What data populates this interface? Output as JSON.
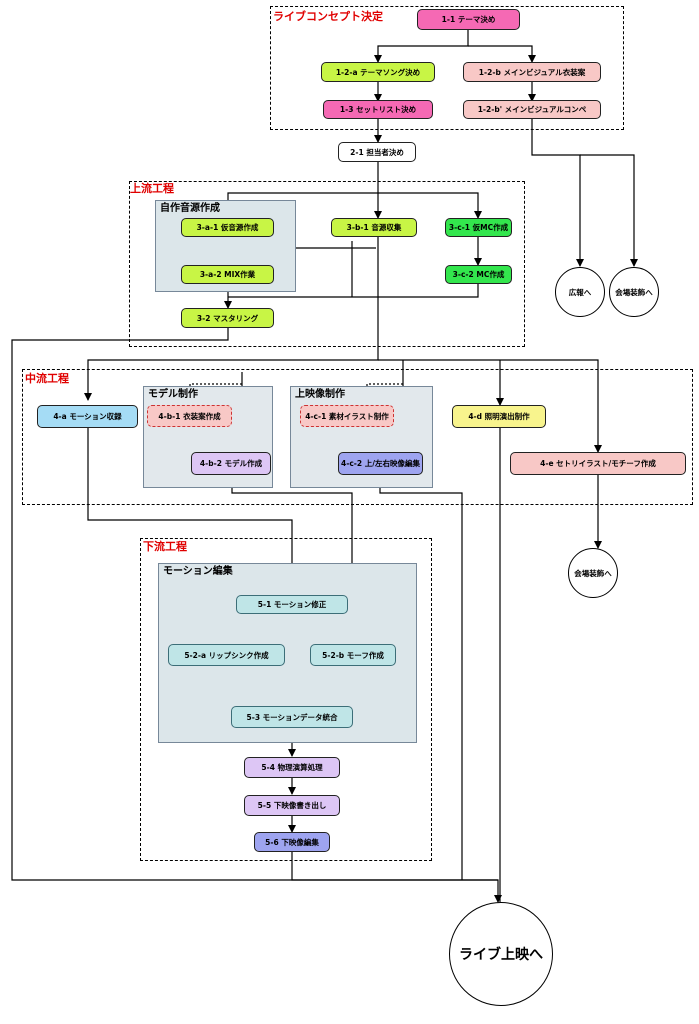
{
  "colors": {
    "group_title": "#e00000",
    "pink": "#f569b4",
    "lime": "#c8f545",
    "salmon": "#f8c8c6",
    "green": "#33e64d",
    "blue": "#a5dcf5",
    "yellow": "#f8f48d",
    "teal": "#bfe5e7",
    "lavender": "#ddc6f5",
    "indigo": "#9ea4f0"
  },
  "groups": {
    "concept": "ライブコンセプト決定",
    "upstream": "上流工程",
    "midstream": "中流工程",
    "downstream": "下流工程"
  },
  "subgroups": {
    "music": "自作音源作成",
    "model": "モデル制作",
    "video": "上映像制作",
    "motion": "モーション編集"
  },
  "nodes": {
    "n1_1": "1-1 テーマ決め",
    "n1_2a": "1-2-a テーマソング決め",
    "n1_2b": "1-2-b メインビジュアル衣装案",
    "n1_3": "1-3 セットリスト決め",
    "n1_2b2": "1-2-b' メインビジュアルコンペ",
    "n2_1": "2-1 担当者決め",
    "n3_a1": "3-a-1 仮音源作成",
    "n3_b1": "3-b-1 音源収集",
    "n3_c1": "3-c-1 仮MC作成",
    "n3_a2": "3-a-2 MIX作業",
    "n3_c2": "3-c-2 MC作成",
    "n3_2": "3-2 マスタリング",
    "n4_a": "4-a モーション収録",
    "n4_b1": "4-b-1 衣装案作成",
    "n4_b2": "4-b-2 モデル作成",
    "n4_c1": "4-c-1 素材イラスト制作",
    "n4_c2": "4-c-2 上/左右映像編集",
    "n4_d": "4-d 照明演出制作",
    "n4_e": "4-e セトリイラスト/モチーフ作成",
    "n5_1": "5-1 モーション修正",
    "n5_2a": "5-2-a リップシンク作成",
    "n5_2b": "5-2-b モーフ作成",
    "n5_3": "5-3 モーションデータ統合",
    "n5_4": "5-4 物理演算処理",
    "n5_5": "5-5 下映像書き出し",
    "n5_6": "5-6 下映像編集"
  },
  "terminals": {
    "pr": "広報へ",
    "venue1": "会場装飾へ",
    "venue2": "会場装飾へ",
    "live": "ライブ上映へ"
  }
}
